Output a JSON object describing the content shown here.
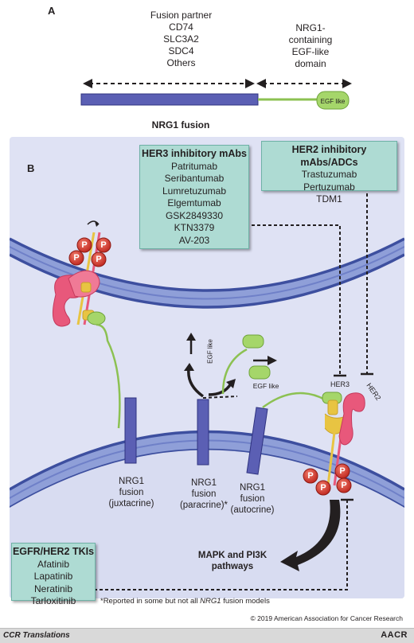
{
  "panel_a": {
    "label": "A",
    "fusion_partner_title": "Fusion partner",
    "partners": [
      "CD74",
      "SLC3A2",
      "SDC4",
      "Others"
    ],
    "domain_lines": [
      "NRG1-",
      "containing",
      "EGF-like",
      "domain"
    ],
    "egf_label": "EGF like",
    "caption": "NRG1 fusion"
  },
  "panel_b": {
    "label": "B",
    "her3_box": {
      "title": "HER3 inhibitory mAbs",
      "items": [
        "Patritumab",
        "Seribantumab",
        "Lumretuzumab",
        "Elgemtumab",
        "GSK2849330",
        "KTN3379",
        "AV-203"
      ]
    },
    "her2_box": {
      "title": "HER2 inhibitory mAbs/ADCs",
      "items": [
        "Trastuzumab",
        "Pertuzumab",
        "TDM1"
      ]
    },
    "tki_box": {
      "title": "EGFR/HER2 TKIs",
      "items": [
        "Afatinib",
        "Lapatinib",
        "Neratinib",
        "Tarloxitinib"
      ]
    },
    "phospho_label": "P",
    "egf_like_label": "EGF like",
    "her3_label": "HER3",
    "her2_label": "HER2",
    "juxtacrine": [
      "NRG1",
      "fusion",
      "(juxtacrine)"
    ],
    "paracrine": [
      "NRG1",
      "fusion",
      "(paracrine)*"
    ],
    "autocrine": [
      "NRG1",
      "fusion",
      "(autocrine)"
    ],
    "pathways": [
      "MAPK and PI3K",
      "pathways"
    ],
    "footnote_prefix": "*Reported in some but not all ",
    "footnote_italic": "NRG1",
    "footnote_suffix": " fusion models"
  },
  "copyright": "© 2019 American Association for Cancer Research",
  "footer": {
    "left": "CCR Translations",
    "right": "AACR"
  },
  "colors": {
    "membrane_dark": "#4a5cab",
    "membrane_light": "#8f9fd8",
    "cell_bg": "#dfe2f4",
    "fusion_bar": "#5b5fb4",
    "green": "#8cc152",
    "pink": "#e8587b",
    "phospho": "#d9342b",
    "box_bg": "#aedbd3"
  }
}
